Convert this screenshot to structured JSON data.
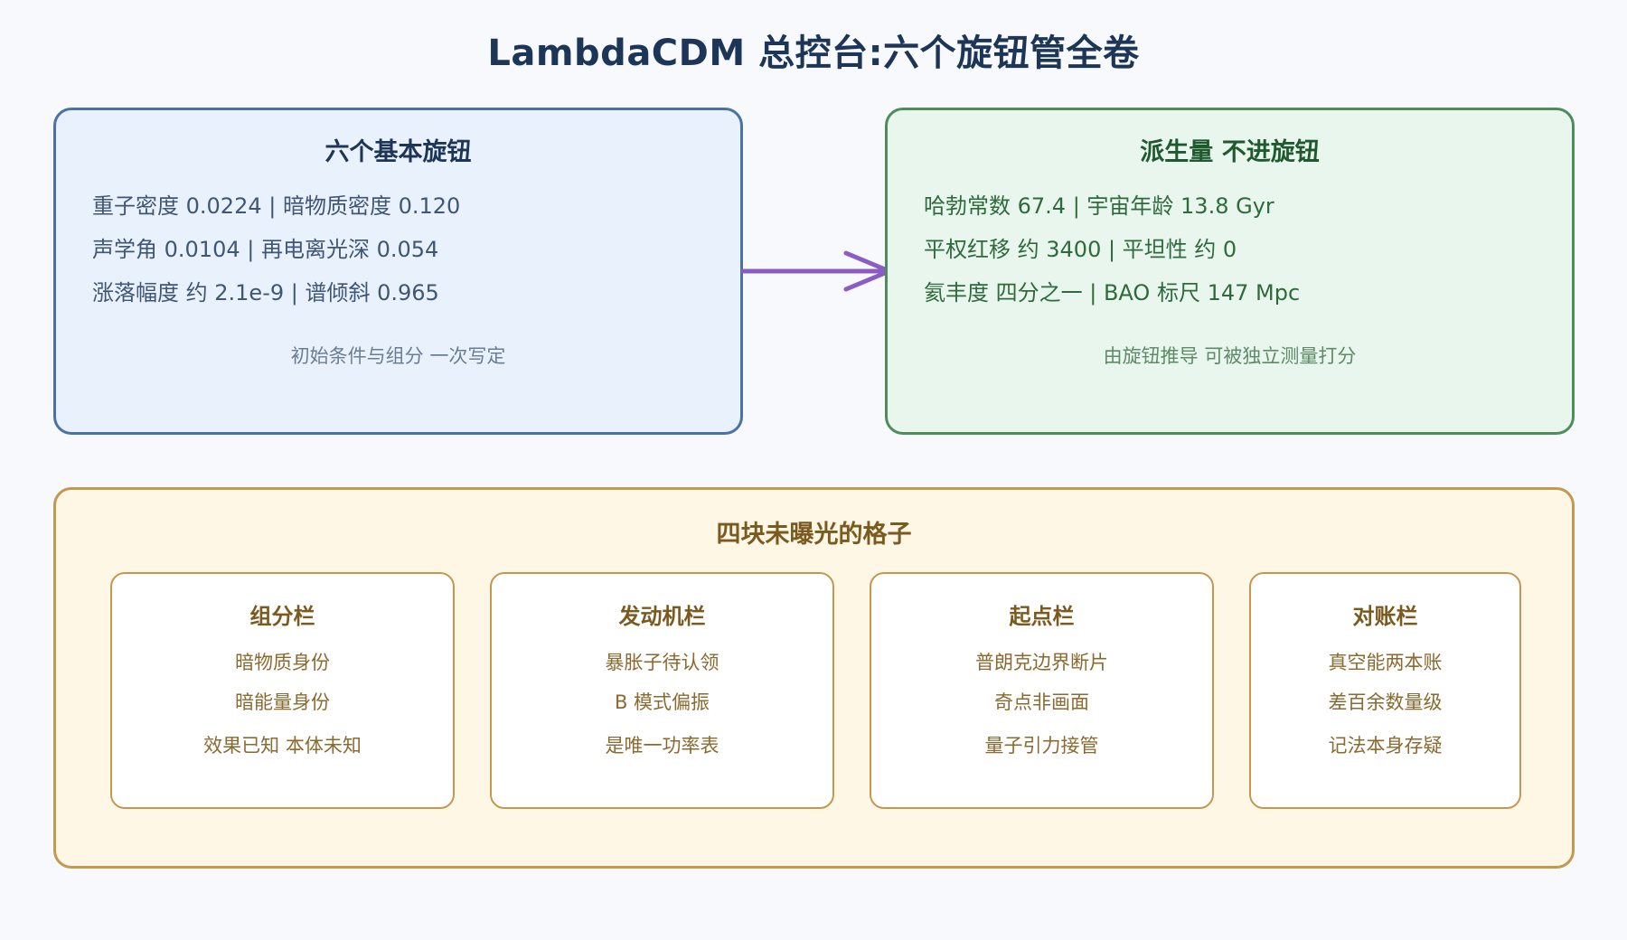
{
  "title": "LambdaCDM 总控台:六个旋钮管全卷",
  "colors": {
    "left_border": "#4a72a8",
    "left_fill": "#e9f1fc",
    "right_border": "#4e8c5c",
    "right_fill": "#e9f6ee",
    "arrow": "#8a5cc4",
    "bottom_border": "#c4984f",
    "bottom_fill": "#fef7e6"
  },
  "left_panel": {
    "title": "六个基本旋钮",
    "lines": [
      "重子密度 0.0224 | 暗物质密度 0.120",
      "声学角 0.0104 | 再电离光深 0.054",
      "涨落幅度 约 2.1e-9 | 谱倾斜 0.965"
    ],
    "note": "初始条件与组分 一次写定"
  },
  "right_panel": {
    "title": "派生量 不进旋钮",
    "lines": [
      "哈勃常数 67.4 | 宇宙年龄 13.8 Gyr",
      "平权红移 约 3400 | 平坦性 约 0",
      "氦丰度 四分之一 | BAO 标尺 147 Mpc"
    ],
    "note": "由旋钮推导 可被独立测量打分"
  },
  "bottom": {
    "title": "四块未曝光的格子",
    "cells": [
      {
        "title": "组分栏",
        "lines": [
          "暗物质身份",
          "暗能量身份",
          "效果已知 本体未知"
        ]
      },
      {
        "title": "发动机栏",
        "lines": [
          "暴胀子待认领",
          "B 模式偏振",
          "是唯一功率表"
        ]
      },
      {
        "title": "起点栏",
        "lines": [
          "普朗克边界断片",
          "奇点非画面",
          "量子引力接管"
        ]
      },
      {
        "title": "对账栏",
        "lines": [
          "真空能两本账",
          "差百余数量级",
          "记法本身存疑"
        ]
      }
    ]
  }
}
